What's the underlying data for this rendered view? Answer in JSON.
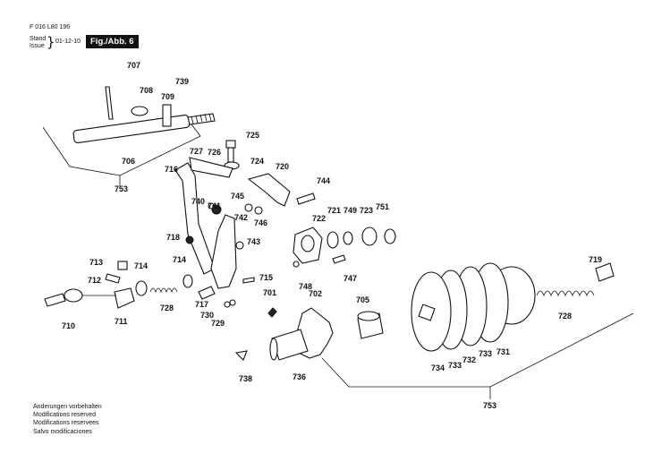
{
  "header": {
    "doc_code": "F 016 L80 196",
    "stand": "Stand",
    "issue": "Issue",
    "date": "01-12-10",
    "figure": "Fig./Abb. 6"
  },
  "notes": [
    "Änderungen vorbehalten",
    "Modifications reserved",
    "Modifications reservees",
    "Salvo modificaciones"
  ],
  "part_labels": {
    "p707": "707",
    "p708": "708",
    "p739": "739",
    "p709": "709",
    "p706": "706",
    "p753a": "753",
    "p725": "725",
    "p727": "727",
    "p726": "726",
    "p724": "724",
    "p720": "720",
    "p716": "716",
    "p744": "744",
    "p745": "745",
    "p740": "740",
    "p741": "741",
    "p742": "742",
    "p746": "746",
    "p722": "722",
    "p721": "721",
    "p749": "749",
    "p723": "723",
    "p751": "751",
    "p718": "718",
    "p743": "743",
    "p713": "713",
    "p714a": "714",
    "p714b": "714",
    "p715": "715",
    "p748": "748",
    "p747": "747",
    "p712": "712",
    "p701": "701",
    "p702": "702",
    "p705": "705",
    "p719": "719",
    "p728a": "728",
    "p717": "717",
    "p730": "730",
    "p729": "729",
    "p710": "710",
    "p711": "711",
    "p728b": "728",
    "p734": "734",
    "p733a": "733",
    "p732": "732",
    "p733b": "733",
    "p731": "731",
    "p738": "738",
    "p736": "736",
    "p753b": "753"
  }
}
